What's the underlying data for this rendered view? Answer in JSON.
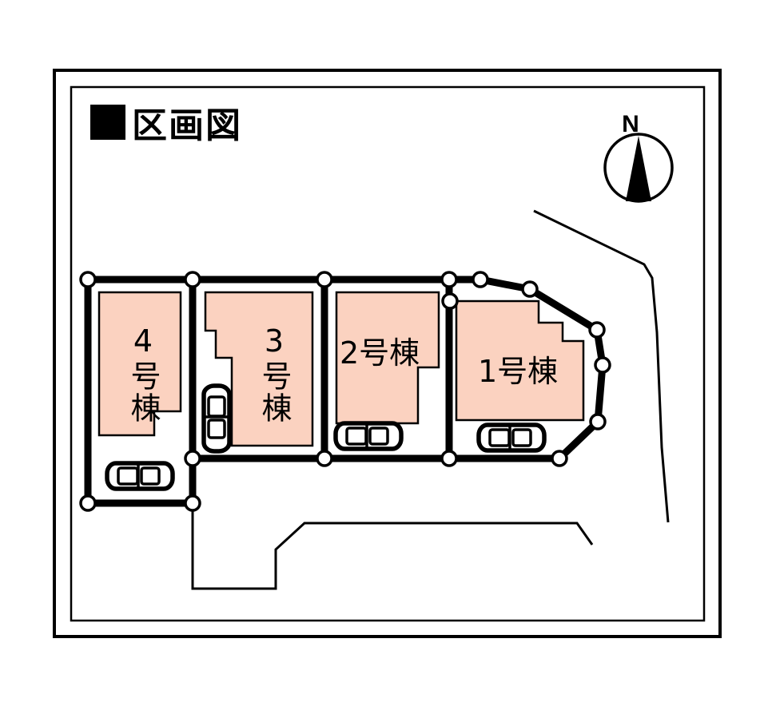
{
  "document": {
    "title": "区画図",
    "title_bullet": "■",
    "type": "real-estate-plot-map"
  },
  "compass": {
    "north_label": "N",
    "icon": "north-arrow-icon"
  },
  "legend": {
    "building_fill_color": "#fbd2c0",
    "building_stroke_color": "#000000",
    "boundary_color": "#000000",
    "survey_marker_color": "#ffffff"
  },
  "lots": [
    {
      "id": "lot-4",
      "label": "4号棟",
      "label_orientation": "vertical",
      "parking_spaces": 1,
      "position": "far-left"
    },
    {
      "id": "lot-3",
      "label": "3号棟",
      "label_orientation": "vertical",
      "parking_spaces": 1,
      "position": "center-left"
    },
    {
      "id": "lot-2",
      "label": "2号棟",
      "label_orientation": "horizontal",
      "parking_spaces": 1,
      "position": "center-right"
    },
    {
      "id": "lot-1",
      "label": "1号棟",
      "label_orientation": "horizontal",
      "parking_spaces": 1,
      "position": "far-right"
    }
  ],
  "cars": [
    {
      "id": "car-lot-4",
      "orientation": "horizontal"
    },
    {
      "id": "car-lot-3",
      "orientation": "vertical"
    },
    {
      "id": "car-lot-2",
      "orientation": "horizontal"
    },
    {
      "id": "car-lot-1",
      "orientation": "horizontal"
    }
  ],
  "roads": [
    {
      "id": "road-south",
      "description": "south frontage road edge"
    },
    {
      "id": "road-east",
      "description": "east diagonal road edge"
    }
  ]
}
